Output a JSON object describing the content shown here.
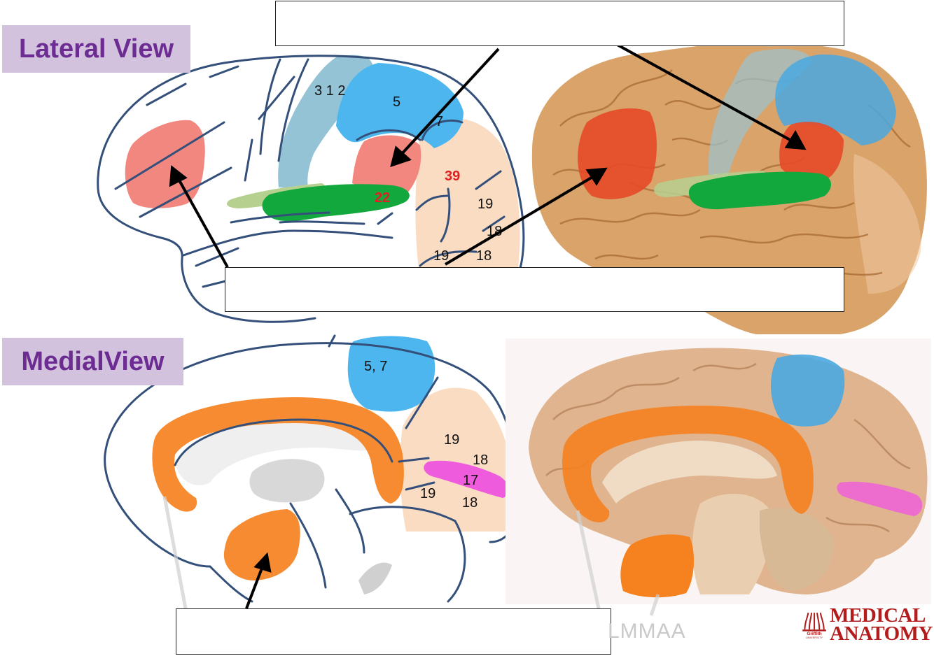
{
  "labels": {
    "lateral_view": "Lateral View",
    "medial_view": "MedialView"
  },
  "lateral_areas": {
    "area_312": "3 1 2",
    "area_5": "5",
    "area_7": "7",
    "area_39": "39",
    "area_22": "22",
    "area_19_a": "19",
    "area_18_a": "18",
    "area_19_b": "19",
    "area_18_b": "18"
  },
  "medial_areas": {
    "area_57": "5, 7",
    "area_19_a": "19",
    "area_18_a": "18",
    "area_17": "17",
    "area_19_b": "19",
    "area_18_b": "18"
  },
  "answer_boxes": {
    "top": "",
    "middle": "",
    "bottom": ""
  },
  "watermark": "LMMAA",
  "logo": {
    "line1": "MEDICAL",
    "line2": "ANATOMY",
    "sub1": "Griffith",
    "sub2": "UNIVERSITY"
  },
  "colors": {
    "somatosensory_primary": "#94c3d6",
    "somatosensory_association": "#4db6ee",
    "broca_wernicke": "#f26b5f",
    "auditory": "#13a83e",
    "auditory_light": "#b6d08f",
    "visual_association": "#fadcc2",
    "visual_primary": "#ef5bdd",
    "limbic": "#f5811f",
    "outline": "#34507a"
  }
}
